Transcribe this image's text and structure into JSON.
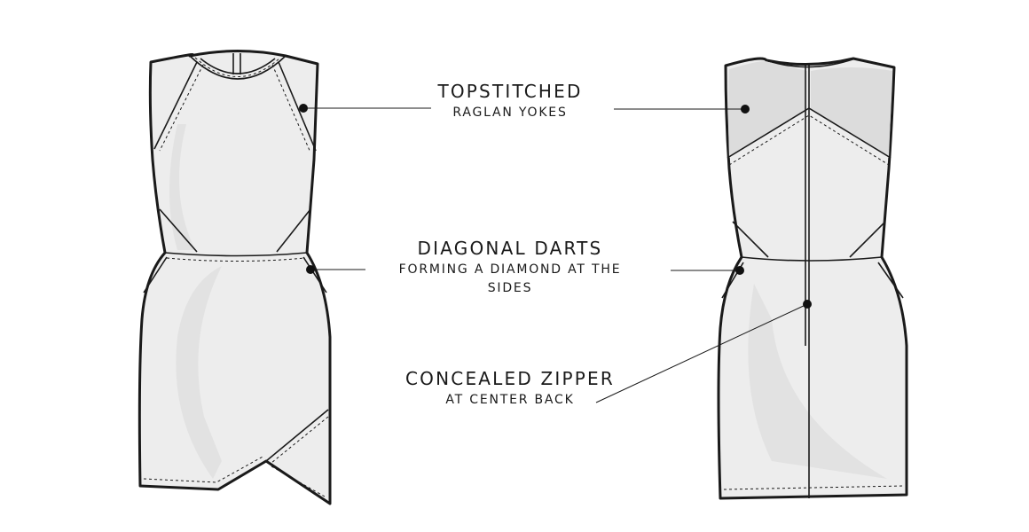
{
  "callouts": [
    {
      "title": "TOPSTITCHED",
      "sub1": "RAGLAN YOKES",
      "sub2": ""
    },
    {
      "title": "DIAGONAL DARTS",
      "sub1": "FORMING A DIAMOND AT THE",
      "sub2": "SIDES"
    },
    {
      "title": "CONCEALED ZIPPER",
      "sub1": "AT CENTER BACK",
      "sub2": ""
    }
  ],
  "colors": {
    "line": "#1a1a1a",
    "garment_fill": "#ededed",
    "yoke_fill": "#dcdcdc",
    "background": "#ffffff"
  }
}
